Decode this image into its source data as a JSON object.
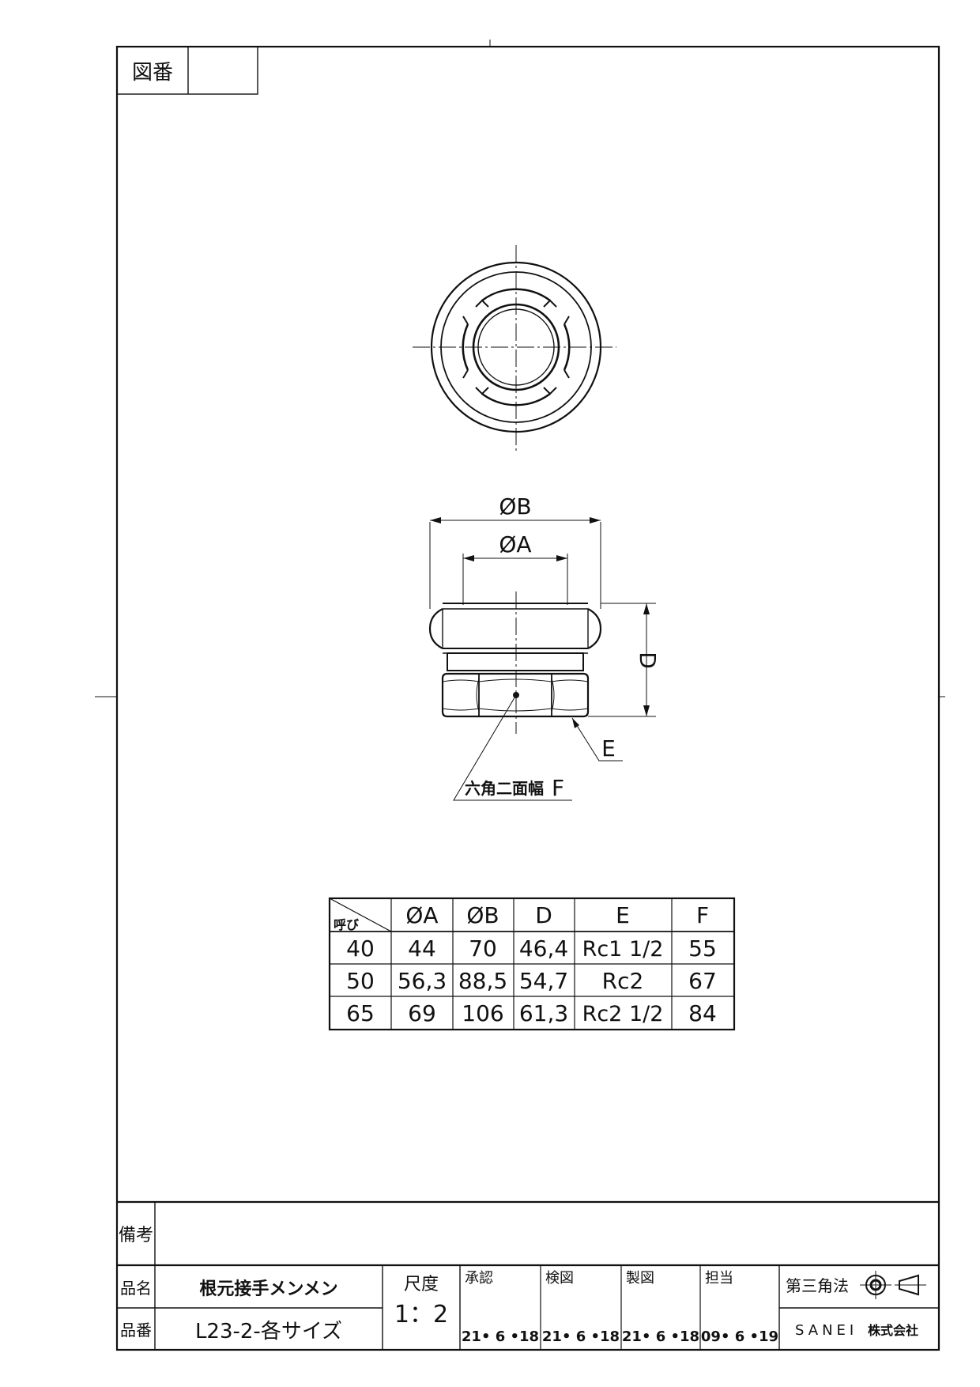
{
  "drawing_number_label": "図番",
  "drawing_number_value": "",
  "dimension_labels": {
    "dia_b": "ØB",
    "dia_a": "ØA",
    "d": "D",
    "e": "E",
    "hex_label": "六角二面幅",
    "hex_letter": "F"
  },
  "size_table": {
    "corner_label": "呼び",
    "headers": [
      "ØA",
      "ØB",
      "D",
      "E",
      "F"
    ],
    "rows": [
      [
        "40",
        "44",
        "70",
        "46,4",
        "Rc1 1/2",
        "55"
      ],
      [
        "50",
        "56,3",
        "88,5",
        "54,7",
        "Rc2",
        "67"
      ],
      [
        "65",
        "69",
        "106",
        "61,3",
        "Rc2 1/2",
        "84"
      ]
    ]
  },
  "title_block": {
    "remarks_label": "備考",
    "remarks_value": "",
    "product_name_label": "品名",
    "product_name": "根元接手メンメン",
    "product_code_label": "品番",
    "product_code": "L23-2-各サイズ",
    "scale_label": "尺度",
    "scale_value": "1：2",
    "approval_label": "承認",
    "approval_date": "21• 6 •18",
    "check_label": "検図",
    "check_date": "21• 6 •18",
    "draft_label": "製図",
    "draft_date": "21• 6 •18",
    "charge_label": "担当",
    "charge_date": "09• 6 •19",
    "projection_label": "第三角法",
    "company": "SANEI",
    "company_suffix": "株式会社"
  }
}
